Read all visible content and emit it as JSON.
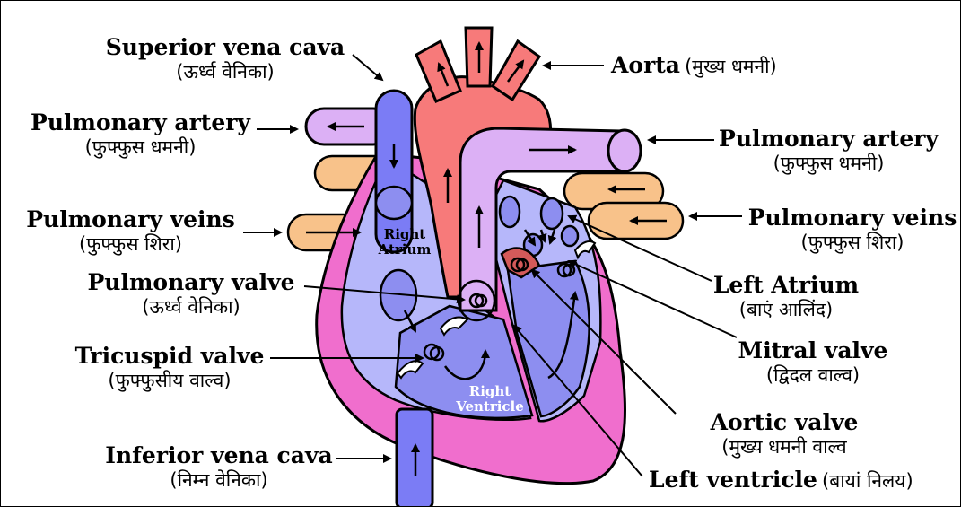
{
  "labels": {
    "superior_vena_cava": {
      "en": "Superior vena cava",
      "hi": "(ऊर्ध्व वेनिका)"
    },
    "aorta": {
      "en": "Aorta",
      "hi": "(मुख्य धमनी)"
    },
    "pulmonary_artery_left": {
      "en": "Pulmonary artery",
      "hi": "(फुफ्फुस धमनी)"
    },
    "pulmonary_artery_right": {
      "en": "Pulmonary artery",
      "hi": "(फुफ्फुस धमनी)"
    },
    "pulmonary_veins_left": {
      "en": "Pulmonary veins",
      "hi": "(फुफ्फुस शिरा)"
    },
    "pulmonary_veins_right": {
      "en": "Pulmonary veins",
      "hi": "(फुफ्फुस शिरा)"
    },
    "pulmonary_valve": {
      "en": "Pulmonary valve",
      "hi": "(ऊर्ध्व वेनिका)"
    },
    "tricuspid_valve": {
      "en": "Tricuspid valve",
      "hi": "(फुफ्फुसीय वाल्व)"
    },
    "inferior_vena_cava": {
      "en": "Inferior vena cava",
      "hi": "(निम्न वेनिका)"
    },
    "left_atrium": {
      "en": "Left Atrium",
      "hi": "(बाएं आलिंद)"
    },
    "mitral_valve": {
      "en": "Mitral valve",
      "hi": "(द्विदल वाल्व)"
    },
    "aortic_valve": {
      "en": "Aortic valve",
      "hi": "(मुख्य धमनी वाल्व"
    },
    "left_ventricle": {
      "en": "Left ventricle",
      "hi": "(बायां निलय)"
    }
  },
  "inner_labels": {
    "right_atrium": [
      "Right",
      "Atrium"
    ],
    "right_ventricle": [
      "Right",
      "Ventricle"
    ]
  },
  "colors": {
    "outline": "#000000",
    "myocardium_pink": "#f06ecd",
    "aorta_red": "#f77a7a",
    "pulmonary_artery_lilac": "#dcb0f5",
    "vein_orange": "#f8c28a",
    "vena_cava_blue": "#7b7cf5",
    "chamber_light_blue": "#b6b7fa",
    "chamber_blue": "#8d8ef0",
    "valve_red": "#d45a5a"
  }
}
